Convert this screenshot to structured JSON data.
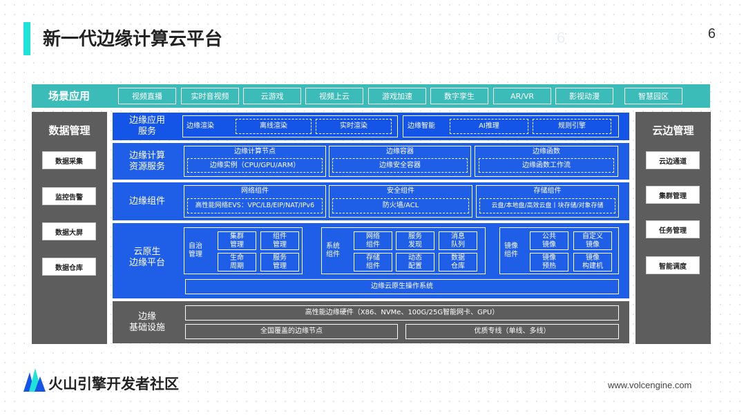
{
  "header": {
    "title": "新一代边缘计算云平台",
    "page_number": "6",
    "ghost_number": "6"
  },
  "scene": {
    "label": "场景应用",
    "items": [
      "视频直播",
      "实时音视频",
      "云游戏",
      "视频上云",
      "游戏加速",
      "数字孪生",
      "AR/VR",
      "影视动漫",
      "智慧园区"
    ]
  },
  "left_panel": {
    "title": "数据管理",
    "items": [
      "数据采集",
      "监控告警",
      "数据大屏",
      "数据仓库"
    ]
  },
  "right_panel": {
    "title": "云边管理",
    "items": [
      "云边通道",
      "集群管理",
      "任务管理",
      "智能调度"
    ]
  },
  "layers": {
    "app_service": {
      "label": "边缘应用\n服务",
      "render_label": "边缘渲染",
      "render_items": [
        "离线渲染",
        "实时渲染"
      ],
      "ai_label": "边缘智能",
      "ai_items": [
        "AI推理",
        "规则引擎"
      ]
    },
    "compute": {
      "label": "边缘计算\n资源服务",
      "groups": [
        {
          "title": "边缘计算节点",
          "item": "边缘实例（CPU/GPU/ARM）"
        },
        {
          "title": "边缘容器",
          "item": "边缘安全容器"
        },
        {
          "title": "边缘函数",
          "item": "边缘函数工作流"
        }
      ]
    },
    "components": {
      "label": "边缘组件",
      "groups": [
        {
          "title": "网络组件",
          "item": "高性能网络EVS：VPC/LB/EIP/NAT/IPv6"
        },
        {
          "title": "安全组件",
          "item": "防火墙/ACL"
        },
        {
          "title": "存储组件",
          "item": "云盘/本地盘/高效云盘丨块存储/对象存储"
        }
      ]
    },
    "cloud_native": {
      "label": "云原生\n边缘平台",
      "groups": [
        {
          "title": "自治\n管理",
          "items": [
            "集群\n管理",
            "组件\n管理",
            "生命\n周期",
            "服务\n管理"
          ]
        },
        {
          "title": "系统\n组件",
          "items": [
            "网络\n组件",
            "服务\n发现",
            "消息\n队列",
            "存储\n组件",
            "动态\n配置",
            "数据\n仓库"
          ]
        },
        {
          "title": "镜像\n组件",
          "items": [
            "公共\n镜像",
            "自定义\n镜像",
            "镜像\n预热",
            "镜像\n构建机"
          ]
        }
      ],
      "os": "边缘云原生操作系统"
    },
    "infra": {
      "label": "边缘\n基础设施",
      "hardware": "高性能边缘硬件（X86、NVMe、100G/25G智能网卡、GPU）",
      "nodes": "全国覆盖的边缘节点",
      "lines": "优质专线（单线、多线）"
    }
  },
  "footer": {
    "brand": "火山引擎开发者社区",
    "url": "www.volcengine.com"
  },
  "colors": {
    "accent": "#1ee3d8",
    "scene": "#3cbcb8",
    "blue": "#1f5ee6",
    "grey": "#5d5d5d"
  }
}
